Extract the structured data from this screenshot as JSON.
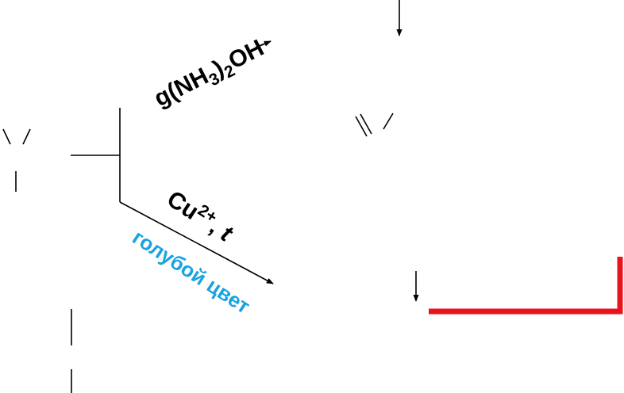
{
  "reagents": {
    "top_prefix": "g(NH",
    "top_sub1": "3",
    "top_close": ")",
    "top_sub2": "2",
    "top_suffix": "OH",
    "cu_symbol": "Cu",
    "cu_charge": "2+",
    "cu_sep": ",",
    "cu_condition": "t"
  },
  "observation": {
    "text": "голубой цвет"
  },
  "colors": {
    "line": "#000000",
    "blue_note": "#1aa3e0",
    "red_bracket": "#e8141b"
  }
}
